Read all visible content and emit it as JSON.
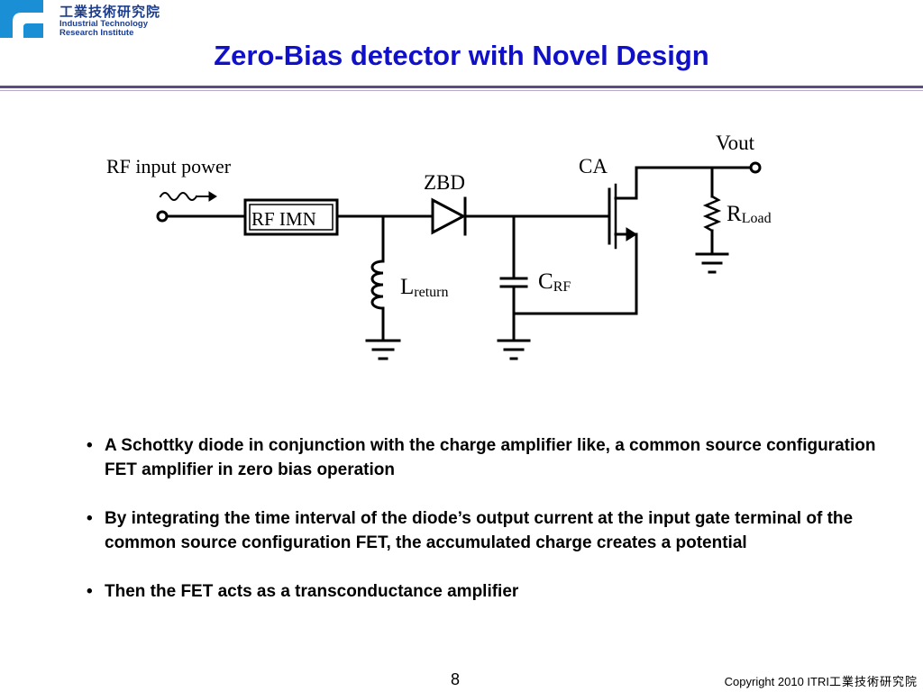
{
  "header": {
    "org_name_zh": "工業技術研究院",
    "org_name_en_line1": "Industrial Technology",
    "org_name_en_line2": "Research Institute"
  },
  "title": "Zero-Bias detector with Novel Design",
  "schematic": {
    "labels": {
      "rf_input": "RF input power",
      "rf_imn": "RF IMN",
      "zbd": "ZBD",
      "ca": "CA",
      "vout": "Vout",
      "l_main": "L",
      "l_sub": "return",
      "c_main": "C",
      "c_sub": "RF",
      "r_main": "R",
      "r_sub": "Load"
    }
  },
  "bullets": [
    "A Schottky diode in conjunction with the charge amplifier like, a common source configuration FET amplifier in zero bias operation",
    "By integrating the time interval of the diode’s output current at the input gate terminal of the common source configuration FET, the accumulated charge creates a potential",
    "Then the FET acts as a transconductance amplifier"
  ],
  "footer": {
    "page_number": "8",
    "copyright": "Copyright 2010 ITRI",
    "copyright_zh": "工業技術研究院"
  },
  "colors": {
    "title": "#1010c8",
    "header_rule": "#5d4a86",
    "logo": "#1b8fd6"
  }
}
